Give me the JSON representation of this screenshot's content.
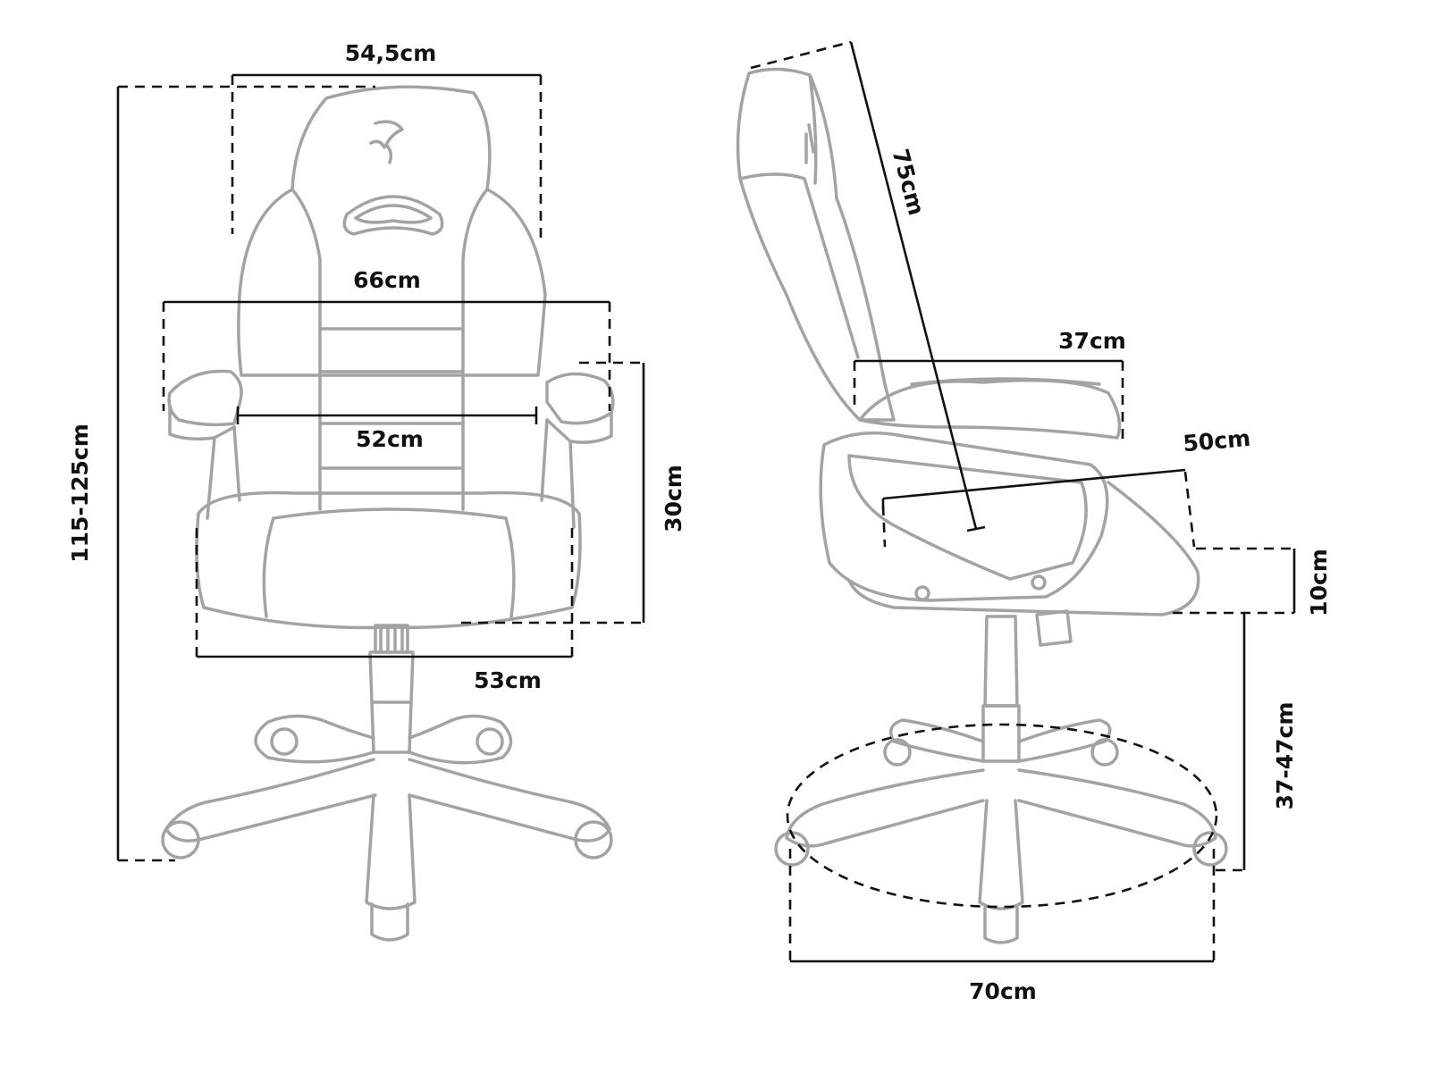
{
  "front_view": {
    "width_backrest": "54,5cm",
    "width_armrests": "66cm",
    "width_inner": "52cm",
    "width_seat": "53cm",
    "height_total": "115-125cm",
    "height_armrest": "30cm"
  },
  "side_view": {
    "height_backrest": "75cm",
    "depth_armrest": "37cm",
    "depth_seat": "50cm",
    "height_seat_cushion": "10cm",
    "height_seat": "37-47cm",
    "diameter_base": "70cm"
  },
  "colors": {
    "chair_outline": "#a3a3a3",
    "dimension_line": "#111111"
  }
}
